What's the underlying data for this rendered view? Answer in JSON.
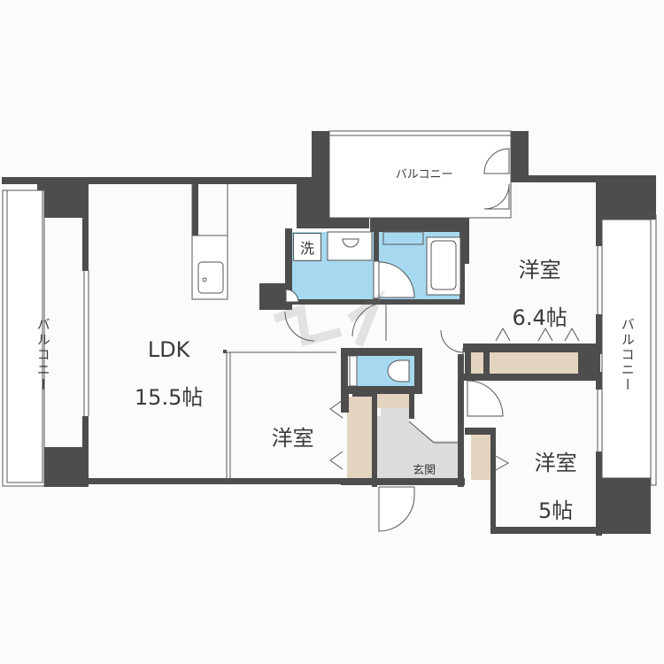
{
  "floor_plan": {
    "rooms": {
      "ldk": {
        "name": "LDK",
        "size": "15.5帖"
      },
      "western_room_center": {
        "name": "洋室"
      },
      "western_room_a": {
        "name": "洋室",
        "size": "6.4帖"
      },
      "western_room_b": {
        "name": "洋室",
        "size": "5帖"
      },
      "entrance": {
        "name": "玄関"
      },
      "washroom": {
        "label": "洗"
      }
    },
    "balconies": {
      "top": "バルコニー",
      "left": "バルコニー",
      "right": "バルコニー"
    },
    "colors": {
      "wall": "#4d4d4d",
      "wet_area": "#a6d9f0",
      "storage": "#e3d4bf",
      "entrance_floor": "#dcdcdc",
      "background": "#fbfbfa"
    }
  }
}
